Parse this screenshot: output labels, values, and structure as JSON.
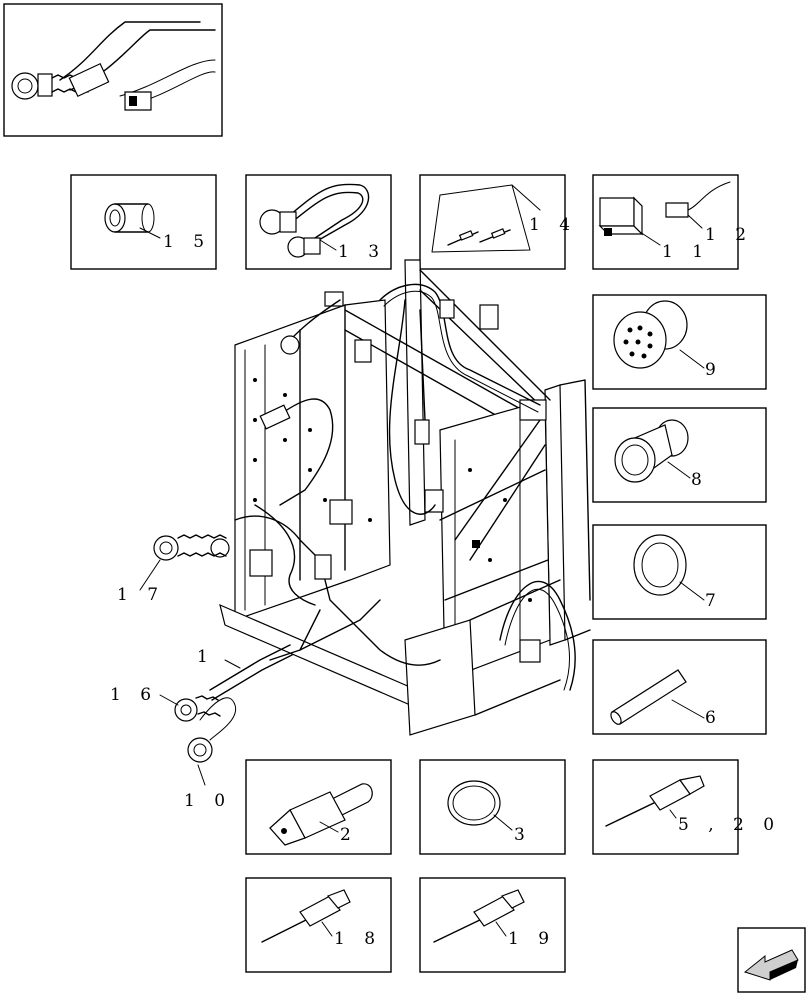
{
  "callouts": {
    "c1": "1",
    "c2": "2",
    "c3": "3",
    "c5_20": "5 ,  2 0",
    "c6": "6",
    "c7": "7",
    "c8": "8",
    "c9": "9",
    "c10": "1 0",
    "c11": "1 1",
    "c12": "1 2",
    "c13": "1 3",
    "c14": "1 4",
    "c15": "1 5",
    "c16": "1 6",
    "c17": "1 7",
    "c18": "1 8",
    "c19": "1 9"
  },
  "icons": {
    "nav": "arrow-left-down-icon"
  }
}
